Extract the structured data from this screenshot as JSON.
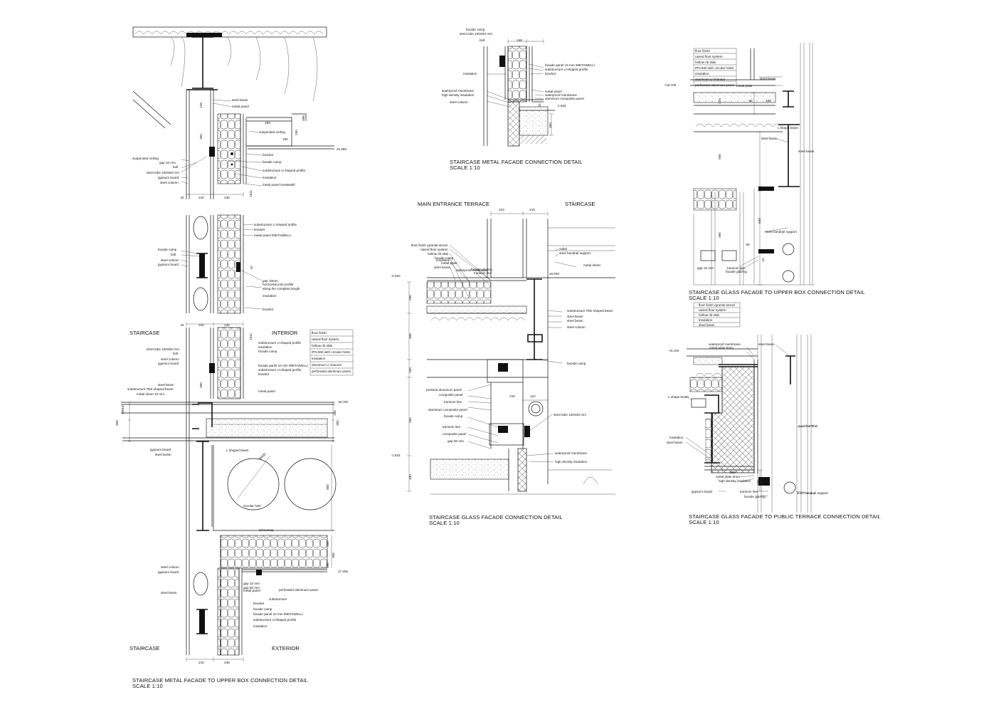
{
  "details": [
    {
      "id": "d1",
      "title": "STAIRCASE METAL FACADE TO UPPER BOX CONNECTION DETAIL",
      "scale": "SCALE 1:10",
      "rooms": [
        "STAIRCASE",
        "INTERIOR",
        "STAIRCASE",
        "EXTERIOR"
      ],
      "labels": [
        "steel beam",
        "metal panel",
        "suspended ceiling",
        "bracket",
        "facade camp",
        "substructure U shaped profile",
        "insulation",
        "metal panel /metawell/",
        "suspended ceiling",
        "gap 10 mm",
        "bolt",
        "steel tube 100X50 mm",
        "gypsum board",
        "steel column",
        "substructure U shaped profile",
        "bracket",
        "metal panel /METAWELL/",
        "facade camp",
        "bolt",
        "steel column",
        "gypsum board",
        "gap 10mm",
        "horizontal joint profile",
        "along the complete length",
        "insulation",
        "bracket",
        "substructure U shaped profile",
        "insulation",
        "facade camp",
        "facade panel 10 mm /METAWELL/",
        "substructure U-shaped profile",
        "bracket",
        "metal panel",
        "steel tube 100X50 mm",
        "bolt",
        "steel column",
        "gypsum board",
        "steel beam",
        "substructure TEE shaped beam",
        "metal sheet 10 mm",
        "L shaped beam",
        "gypsum board",
        "steel beam",
        "circular hole",
        "termostop",
        "steel column",
        "gypsum board",
        "steel beam",
        "gap 10 mm",
        "gap 50 mm",
        "metal panel",
        "perforated aluminum panel",
        "substructure",
        "bracket",
        "facade camp",
        "facade panel 10 mm /METAWELL/",
        "substructure U-shaped profile",
        "insulation"
      ],
      "legend": [
        "floor finish",
        "raised floor system",
        "hollow rib slab",
        "IPN 500 with circular holes",
        "insulation",
        "aluminum U channel",
        "perforated aluminum panel"
      ],
      "dims": [
        "228",
        "300",
        "400",
        "250",
        "100",
        "466",
        "21.560",
        "42",
        "210",
        "245",
        "1511",
        "10",
        "42",
        "210",
        "245",
        "1511",
        "300",
        "18.700",
        "15",
        "100",
        "300",
        "150",
        "300",
        "Ø300",
        "800",
        "150",
        "345",
        "195",
        "17.255",
        "210",
        "245"
      ]
    },
    {
      "id": "d2",
      "title": "STAIRCASE METAL FACADE  CONNECTION DETAIL",
      "scale": "SCALE 1:10",
      "labels": [
        "facade camp",
        "steel tube 100X50 mm",
        "bolt",
        "facade panel 10 mm /METAWELL/",
        "substructure U-shaped profile",
        "bracket",
        "insulation",
        "waterproof membrane",
        "high density insulation",
        "steel column",
        "metal panel",
        "waterproof membrane",
        "aluminum composite panel"
      ],
      "dims": [
        "248",
        "-1.632",
        "300",
        "20"
      ]
    },
    {
      "id": "d3",
      "title": "STAIRCASE GLASS FACADE CONNECTION DETAIL",
      "scale": "SCALE 1:10",
      "rooms": [
        "MAIN ENTRANCE TERRACE",
        "STAIRCASE"
      ],
      "labels": [
        "floor finish /granite stone/",
        "raised floor system",
        "hollow rib slab",
        "facade camp",
        "insulation",
        "metal plate",
        "steel beam",
        "facade glazing",
        "transom line",
        "waterproof membrane",
        "cabel",
        "steel handrail support",
        "metal sheet",
        "substructure TEE shaped beam",
        "steel beam",
        "steel beam",
        "steel column",
        "facade camp",
        "pressed aluminum panel",
        "composite panel",
        "transom line",
        "aluminum composite panel",
        "facade camp",
        "transom line",
        "composite panel",
        "gap 50 mm",
        "steel tube 100X30 mm",
        "waterproof membrane",
        "high density insulation"
      ],
      "dims": [
        "310",
        "210",
        "-0.020",
        "±0.000",
        "290",
        "400",
        "150",
        "110",
        "210",
        "582",
        "-1.632",
        "330"
      ]
    },
    {
      "id": "d4",
      "title": "STAIRCASE GLASS FACADE TO UPPER BOX CONNECTION DETAIL",
      "scale": "SCALE 1:10",
      "labels": [
        "steel beam",
        "metal plate",
        "L shape beam",
        "steel beam",
        "steel beam",
        "steel handrail support",
        "gap 10 mm",
        "transom line",
        "facade glazing"
      ],
      "legend": [
        "floor finish",
        "raised floor system",
        "hollow rib slab",
        "IPN 500 with circular holes",
        "insulation",
        "aluminum U channel",
        "perforated aluminum panel"
      ],
      "dims": [
        "+18.700",
        "120",
        "50",
        "100",
        "500",
        "830",
        "465",
        "80",
        "10"
      ]
    },
    {
      "id": "d5",
      "title": "STAIRCASE GLASS FACADE TO PUBLIC TERRACE CONNECTION DETAIL",
      "scale": "SCALE 1:10",
      "labels": [
        "waterproof membrane",
        "metal plate 5mm",
        "steel beam",
        "L shape beam",
        "insulation",
        "steel beam",
        "metal plate 5mm",
        "high density insulation",
        "gypsum board",
        "transom line",
        "facade glazing",
        "steel handrail",
        "steel handrail support"
      ],
      "legend": [
        "floor finish /granite stone/",
        "raised floor system",
        "hollow rib slab",
        "insulation",
        "steel beam"
      ],
      "dims": [
        "+0.100",
        "380",
        "140"
      ]
    }
  ]
}
